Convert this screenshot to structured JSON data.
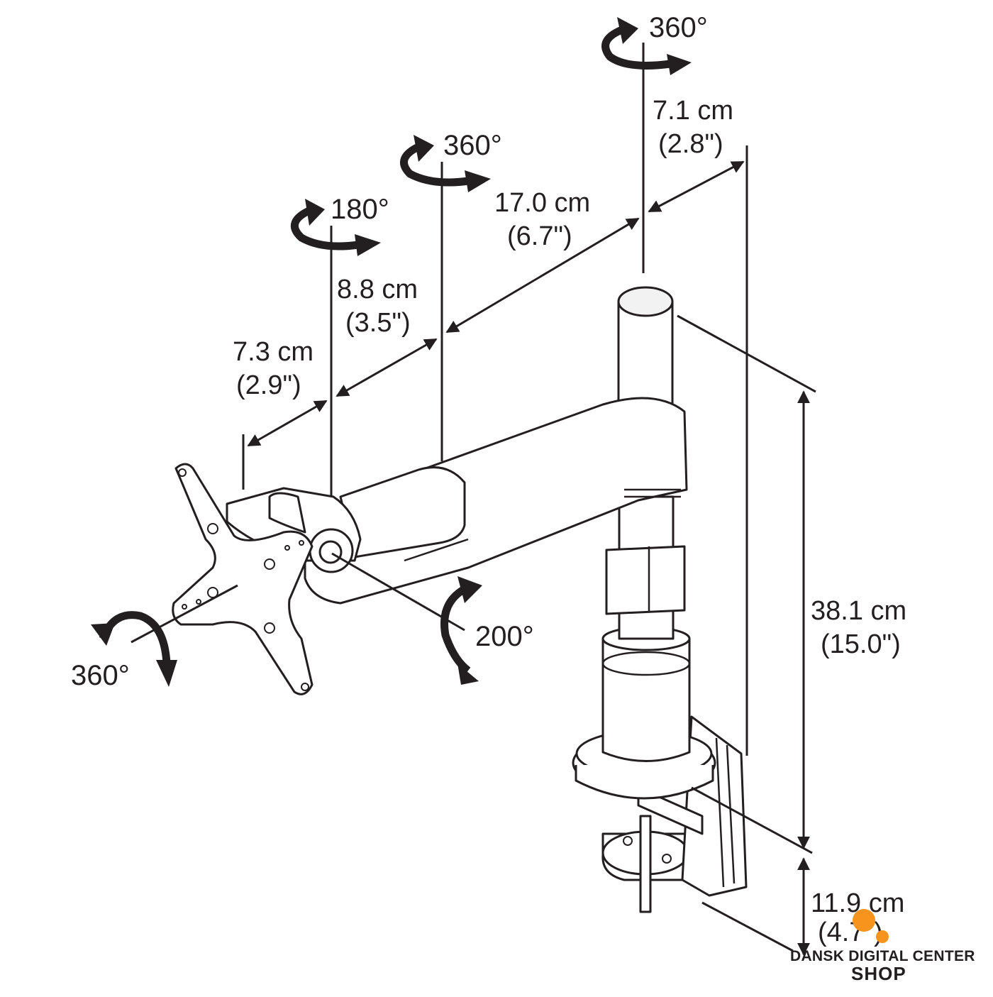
{
  "rotations": {
    "pole_top": "360°",
    "middle_joint": "360°",
    "front_joint": "180°",
    "tilt": "200°",
    "plate": "360°"
  },
  "dimensions": {
    "pole_offset": {
      "metric": "7.1 cm",
      "imperial": "(2.8\")"
    },
    "arm_long": {
      "metric": "17.0 cm",
      "imperial": "(6.7\")"
    },
    "arm_mid": {
      "metric": "8.8 cm",
      "imperial": "(3.5\")"
    },
    "arm_short": {
      "metric": "7.3 cm",
      "imperial": "(2.9\")"
    },
    "height": {
      "metric": "38.1 cm",
      "imperial": "(15.0\")"
    },
    "clamp": {
      "metric": "11.9 cm",
      "imperial": "(4.7\")"
    }
  },
  "brand": {
    "line1": "DANSK DIGITAL CENTER",
    "line2": "SHOP",
    "dot_color": "#f7941d"
  }
}
